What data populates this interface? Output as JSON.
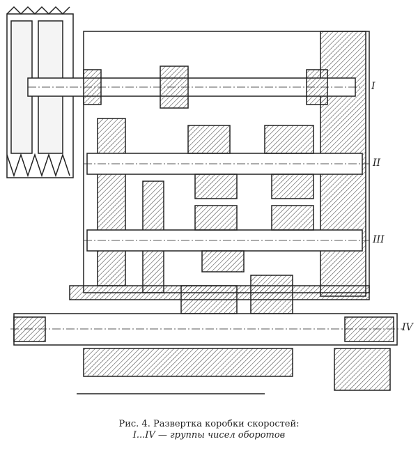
{
  "labels": {
    "shaft_1": "I",
    "shaft_2": "II",
    "shaft_3": "III",
    "shaft_4": "IV"
  },
  "caption": {
    "line1": "Рис. 4. Развертка коробки скоростей:",
    "line2": "I...IV — группы чисел оборотов"
  }
}
